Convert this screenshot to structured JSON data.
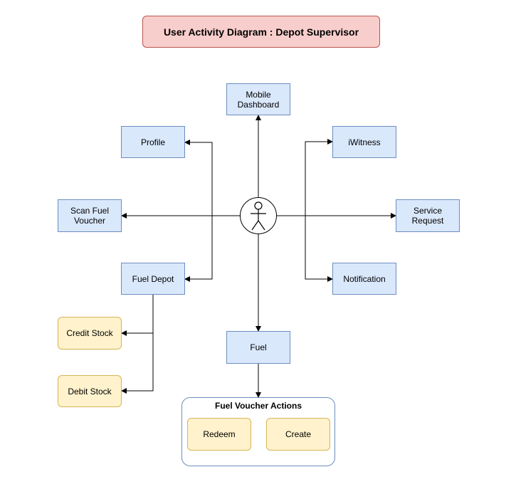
{
  "title": "User Activity Diagram : Depot Supervisor",
  "nodes": {
    "mobile_dashboard": "Mobile\nDashboard",
    "profile": "Profile",
    "iwitness": "iWitness",
    "scan_fuel_voucher": "Scan Fuel\nVoucher",
    "service_request": "Service Request",
    "fuel_depot": "Fuel Depot",
    "notification": "Notification",
    "credit_stock": "Credit Stock",
    "debit_stock": "Debit Stock",
    "fuel": "Fuel"
  },
  "voucher_group": {
    "label": "Fuel Voucher Actions",
    "redeem": "Redeem",
    "create": "Create"
  },
  "actor_icon": "stick-figure-icon",
  "colors": {
    "blue_fill": "#dae8fc",
    "blue_stroke": "#6c8ebf",
    "yellow_fill": "#fff2cc",
    "yellow_stroke": "#d6b656",
    "title_fill": "#f8cecc",
    "title_stroke": "#b85450"
  }
}
